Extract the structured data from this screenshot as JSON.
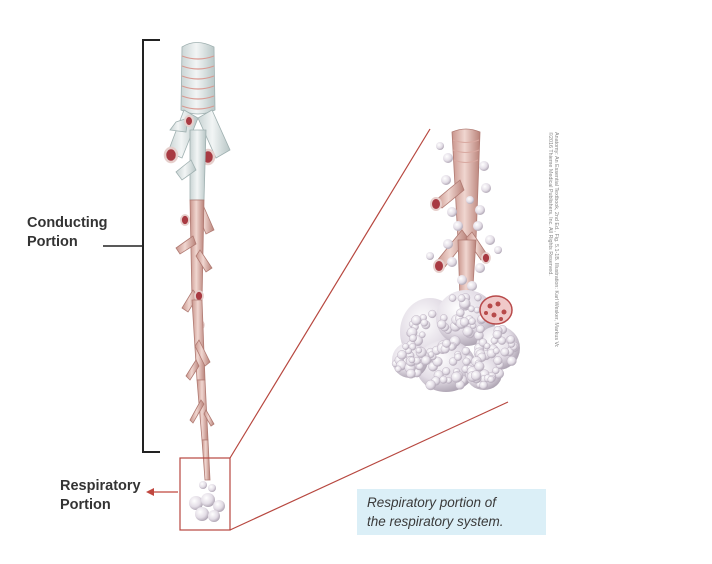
{
  "labels": {
    "conducting": [
      "Conducting",
      "Portion"
    ],
    "respiratory": [
      "Respiratory",
      "Portion"
    ]
  },
  "caption": [
    "Respiratory portion of",
    "the respiratory system."
  ],
  "credit": [
    "Anatomy: An Essential Textbook, 2nd Ed., Fig. 5.1-1B. Illustration: Karl Wesker, Markus Voll.",
    "©2016 Thieme Medical Publishers, Inc. All Rights Reserved."
  ],
  "colors": {
    "tube": "#e8c6c0",
    "tube_shade": "#c9958c",
    "trachea": "#e4eaea",
    "ring": "#d99a92",
    "lumen": "#a83a42",
    "alveoli": "#ece8ee",
    "bracket": "#222222",
    "zoom_line": "#b7473f",
    "caption_bg": "#dbeff7"
  },
  "icons": {
    "bracket": "bracket-icon",
    "zoom": "zoom-box-icon"
  }
}
